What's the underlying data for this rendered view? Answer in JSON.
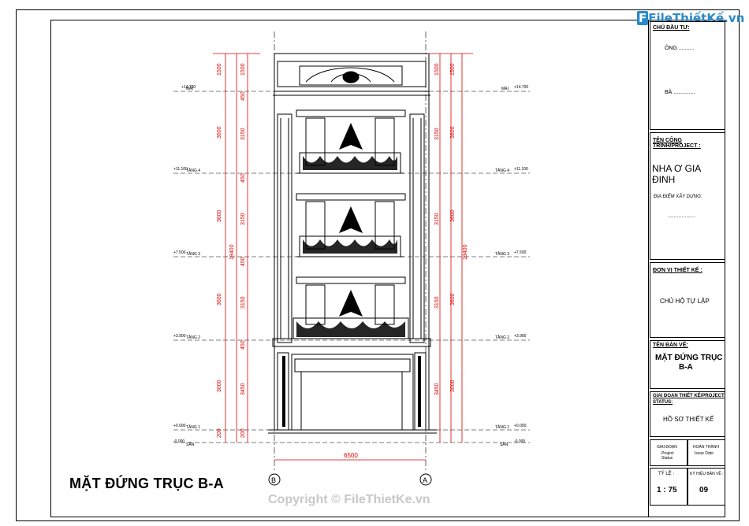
{
  "logo": {
    "text": "FileThiếtKế.vn"
  },
  "drawing_title": "MẶT ĐỨNG TRỤC B-A",
  "watermark": "Copyright © FileThietKe.vn",
  "axes": {
    "left": "B",
    "right": "A"
  },
  "overall_width": "6500",
  "total_height": "19400",
  "dims_outer": [
    "1500",
    "3600",
    "3600",
    "3600",
    "3000",
    "200"
  ],
  "dims_inner": [
    "1500",
    "450",
    "3150",
    "450",
    "3150",
    "450",
    "3150",
    "450",
    "3450",
    "200"
  ],
  "levels_left": [
    "+14.700",
    "+11.100",
    "+7.500",
    "+3.900",
    "+0.000",
    "-0.000"
  ],
  "level_names": [
    "MÁI",
    "TẦNG 4",
    "TẦNG 3",
    "TẦNG 2",
    "TẦNG 1",
    "SÂN"
  ],
  "titleblock": {
    "owner_label": "CHỦ ĐẦU TƯ:",
    "owner_mr": "ÔNG ..........",
    "owner_mrs": "BÀ ..............",
    "project_label": "TÊN CÔNG TRÌNH/PROJECT :",
    "project_name": "NHA Ơ GIA ĐINH",
    "location_label": "ĐỊA ĐIỂM XÂY DỰNG:",
    "location_value": "..................",
    "designer_label": "ĐƠN VỊ THIẾT KẾ :",
    "designer_value": "CHỦ HỘ TỰ LẬP",
    "sheet_label": "TÊN BẢN VẼ:",
    "sheet_name_1": "MẶT ĐỨNG TRỤC",
    "sheet_name_2": "B-A",
    "stage_label_1": "GIAI ĐOẠN THIẾT KẾ/PROJECT",
    "stage_label_2": "STATUS:",
    "stage_value": "HỒ SƠ THIẾT KẾ",
    "phase_label": "GIAI ĐOẠN",
    "phase_sub_1": "Project",
    "phase_sub_2": "Status",
    "issue_label": "HOÀN THÀNH",
    "issue_sub": "Issue Date",
    "scale_label": "TỶ LỆ :",
    "scale_value": "1 : 75",
    "sheet_no_label": "KÝ HIỆU BẢN VẼ :",
    "sheet_no_value": "09"
  }
}
